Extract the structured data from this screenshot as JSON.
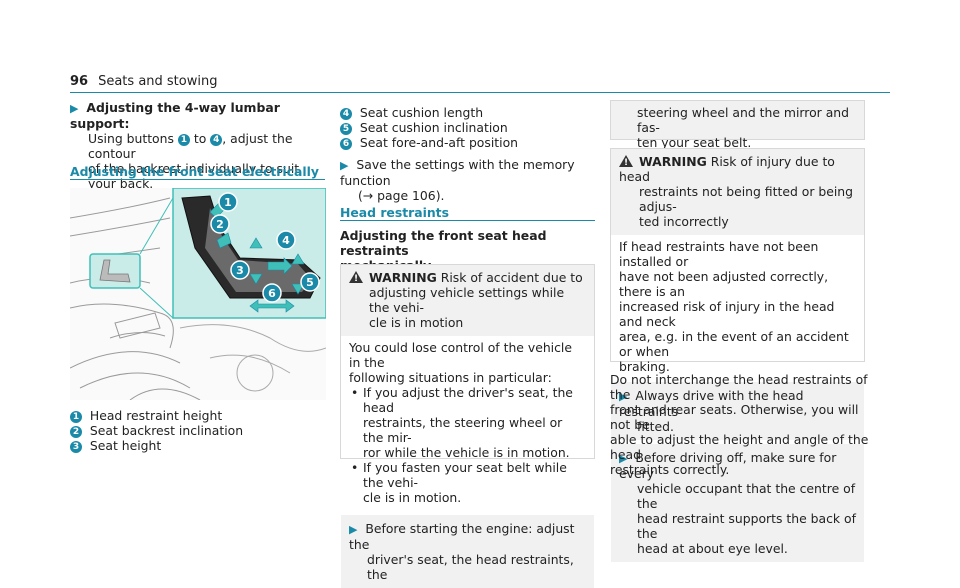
{
  "header": {
    "page_number": "96",
    "section": "Seats and stowing"
  },
  "col1": {
    "step_title": "Adjusting the 4-way lumbar support:",
    "step_line1_pre": "Using buttons ",
    "step_line1_num1": "1",
    "step_line1_mid": " to ",
    "step_line1_num2": "4",
    "step_line1_post": ", adjust the contour",
    "step_line2": "of the backrest individually to suit your back.",
    "section_heading": "Adjusting the front seat electrically",
    "legend": [
      {
        "num": "1",
        "text": "Head restraint height"
      },
      {
        "num": "2",
        "text": "Seat backrest inclination"
      },
      {
        "num": "3",
        "text": "Seat height"
      }
    ]
  },
  "col2": {
    "legend": [
      {
        "num": "4",
        "text": "Seat cushion length"
      },
      {
        "num": "5",
        "text": "Seat cushion inclination"
      },
      {
        "num": "6",
        "text": "Seat fore-and-aft position"
      }
    ],
    "save_step_line1": "Save the settings with the memory function",
    "save_step_line2": "(→ page 106).",
    "section_heading": "Head restraints",
    "sub_heading_line1": "Adjusting the front seat head restraints",
    "sub_heading_line2": "mechanically",
    "warning": {
      "label": "WARNING",
      "title_line1": " Risk of accident due to",
      "title_line2": "adjusting vehicle settings while the vehi-",
      "title_line3": "cle is in motion",
      "body_line1": "You could lose control of the vehicle in the",
      "body_line2": "following situations in particular:",
      "bullet1_line1": "If you adjust the driver's seat, the head",
      "bullet1_line2": "restraints, the steering wheel or the mir-",
      "bullet1_line3": "ror while the vehicle is in motion.",
      "bullet2_line1": "If you fasten your seat belt while the vehi-",
      "bullet2_line2": "cle is in motion.",
      "step_line1": "Before starting the engine: adjust the",
      "step_line2": "driver's seat, the head restraints, the"
    }
  },
  "col3": {
    "cont_line1": "steering wheel and the mirror and fas-",
    "cont_line2": "ten your seat belt.",
    "warning": {
      "label": "WARNING",
      "title_line1": " Risk of injury due to head",
      "title_line2": "restraints not being fitted or being adjus-",
      "title_line3": "ted incorrectly",
      "body_line1": "If head restraints have not been installed or",
      "body_line2": "have not been adjusted correctly, there is an",
      "body_line3": "increased risk of injury in the head and neck",
      "body_line4": "area, e.g. in the event of an accident or when",
      "body_line5": "braking.",
      "step1_line1": "Always drive with the head restraints",
      "step1_line2": "fitted.",
      "step2_line1": "Before driving off, make sure for every",
      "step2_line2": "vehicle occupant that the centre of the",
      "step2_line3": "head restraint supports the back of the",
      "step2_line4": "head at about eye level."
    },
    "para_line1": "Do not interchange the head restraints of the",
    "para_line2": "front and rear seats. Otherwise, you will not be",
    "para_line3": "able to adjust the height and angle of the head",
    "para_line4": "restraints correctly."
  },
  "figure": {
    "callouts": [
      "1",
      "2",
      "3",
      "4",
      "5",
      "6"
    ],
    "colors": {
      "accent": "#1a8aa8",
      "highlight": "#3fbfb7",
      "inset_bg": "#c9ece8"
    }
  }
}
